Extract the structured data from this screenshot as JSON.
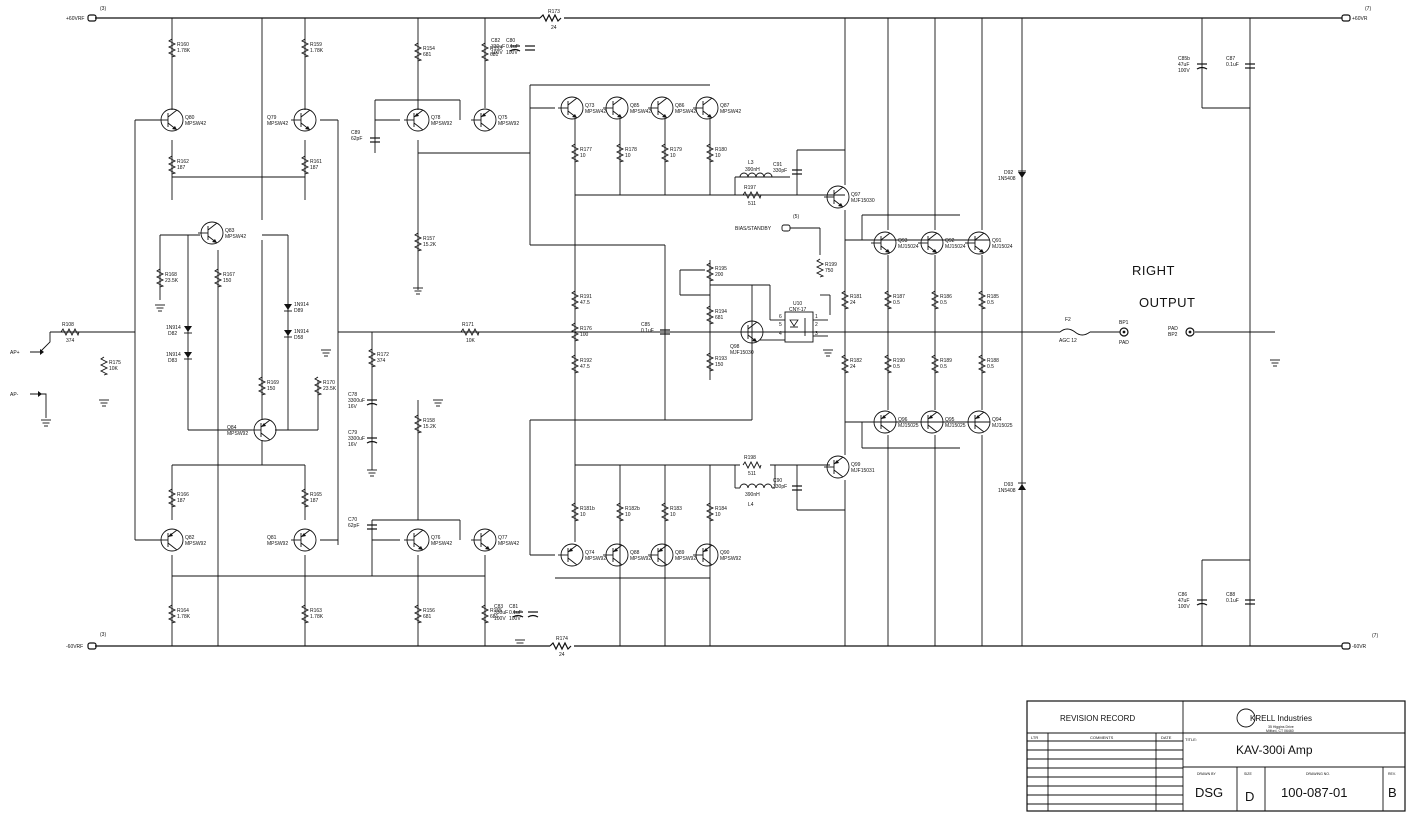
{
  "rails": {
    "positive_left": "+60VRF",
    "positive_right": "+60VR",
    "negative_left": "-60VRF",
    "negative_right": "-60VR",
    "ref_3": "(3)",
    "ref_7": "(7)"
  },
  "side_labels": {
    "right": "RIGHT",
    "output": "OUTPUT"
  },
  "inputs": {
    "plus": "AP+",
    "minus": "AP-"
  },
  "bias_standby": {
    "label": "BIAS/STANDBY",
    "ref": "(5)"
  },
  "fuse": {
    "ref": "F2",
    "value": "AGC 12"
  },
  "binding_posts": [
    {
      "ref": "BP1",
      "sub": "PAD"
    },
    {
      "ref": "PAD",
      "sub": "BP2"
    }
  ],
  "transistors": [
    {
      "ref": "Q80",
      "part": "MPSW42"
    },
    {
      "ref": "Q79",
      "part": "MPSW42"
    },
    {
      "ref": "Q78",
      "part": "MPSW92"
    },
    {
      "ref": "Q75",
      "part": "MPSW92"
    },
    {
      "ref": "Q73",
      "part": "MPSW42"
    },
    {
      "ref": "Q85",
      "part": "MPSW42"
    },
    {
      "ref": "Q86",
      "part": "MPSW42"
    },
    {
      "ref": "Q87",
      "part": "MPSW42"
    },
    {
      "ref": "Q97",
      "part": "MJF15030"
    },
    {
      "ref": "Q83",
      "part": "MPSW42"
    },
    {
      "ref": "Q93",
      "part": "MJ15024"
    },
    {
      "ref": "Q92",
      "part": "MJ15024"
    },
    {
      "ref": "Q91",
      "part": "MJ15024"
    },
    {
      "ref": "Q98",
      "part": "MJF15030"
    },
    {
      "ref": "Q84",
      "part": "MPSW92"
    },
    {
      "ref": "Q96",
      "part": "MJ15025"
    },
    {
      "ref": "Q95",
      "part": "MJ15025"
    },
    {
      "ref": "Q94",
      "part": "MJ15025"
    },
    {
      "ref": "Q99",
      "part": "MJF15031"
    },
    {
      "ref": "Q82",
      "part": "MPSW92"
    },
    {
      "ref": "Q81",
      "part": "MPSW92"
    },
    {
      "ref": "Q76",
      "part": "MPSW42"
    },
    {
      "ref": "Q77",
      "part": "MPSW42"
    },
    {
      "ref": "Q74",
      "part": "MPSW92"
    },
    {
      "ref": "Q88",
      "part": "MPSW92"
    },
    {
      "ref": "Q89",
      "part": "MPSW92"
    },
    {
      "ref": "Q90",
      "part": "MPSW92"
    }
  ],
  "resistors": [
    {
      "ref": "R160",
      "value": "1.78K"
    },
    {
      "ref": "R159",
      "value": "1.78K"
    },
    {
      "ref": "R154",
      "value": "681"
    },
    {
      "ref": "R153",
      "value": "681"
    },
    {
      "ref": "R173",
      "value": "24"
    },
    {
      "ref": "R162",
      "value": "187"
    },
    {
      "ref": "R161",
      "value": "187"
    },
    {
      "ref": "R177",
      "value": "10"
    },
    {
      "ref": "R178",
      "value": "10"
    },
    {
      "ref": "R179",
      "value": "10"
    },
    {
      "ref": "R180",
      "value": "10"
    },
    {
      "ref": "R197",
      "value": "511"
    },
    {
      "ref": "R157",
      "value": "15.2K"
    },
    {
      "ref": "R168",
      "value": "23.5K"
    },
    {
      "ref": "R167",
      "value": "150"
    },
    {
      "ref": "R199",
      "value": "750"
    },
    {
      "ref": "R195",
      "value": "200"
    },
    {
      "ref": "R194",
      "value": "681"
    },
    {
      "ref": "R193",
      "value": "150"
    },
    {
      "ref": "R191",
      "value": "47.5"
    },
    {
      "ref": "R176",
      "value": "100"
    },
    {
      "ref": "R192",
      "value": "47.5"
    },
    {
      "ref": "R181",
      "value": "24"
    },
    {
      "ref": "R187",
      "value": "0.5"
    },
    {
      "ref": "R186",
      "value": "0.5"
    },
    {
      "ref": "R185",
      "value": "0.5"
    },
    {
      "ref": "R182",
      "value": "24"
    },
    {
      "ref": "R190",
      "value": "0.5"
    },
    {
      "ref": "R189",
      "value": "0.5"
    },
    {
      "ref": "R188",
      "value": "0.5"
    },
    {
      "ref": "R108",
      "value": "374"
    },
    {
      "ref": "R175",
      "value": "10K"
    },
    {
      "ref": "R171",
      "value": "10K"
    },
    {
      "ref": "R172",
      "value": "374"
    },
    {
      "ref": "R169",
      "value": "150"
    },
    {
      "ref": "R170",
      "value": "23.5K"
    },
    {
      "ref": "R158",
      "value": "15.2K"
    },
    {
      "ref": "R198",
      "value": "511"
    },
    {
      "ref": "R166",
      "value": "187"
    },
    {
      "ref": "R165",
      "value": "187"
    },
    {
      "ref": "R181b",
      "value": "10"
    },
    {
      "ref": "R182b",
      "value": "10"
    },
    {
      "ref": "R183",
      "value": "10"
    },
    {
      "ref": "R184",
      "value": "10"
    },
    {
      "ref": "R164",
      "value": "1.78K"
    },
    {
      "ref": "R163",
      "value": "1.78K"
    },
    {
      "ref": "R156",
      "value": "681"
    },
    {
      "ref": "R155",
      "value": "681"
    },
    {
      "ref": "R174",
      "value": "24"
    }
  ],
  "capacitors": [
    {
      "ref": "C82",
      "value": "330uF 100V"
    },
    {
      "ref": "C80",
      "value": "0.1uF 100V"
    },
    {
      "ref": "C89",
      "value": "62pF"
    },
    {
      "ref": "C91",
      "value": "330pF"
    },
    {
      "ref": "C85",
      "value": "0.1uF"
    },
    {
      "ref": "C78",
      "value": "3300uF 16V"
    },
    {
      "ref": "C79",
      "value": "3300uF 16V"
    },
    {
      "ref": "C90",
      "value": "330pF"
    },
    {
      "ref": "C70",
      "value": "62pF"
    },
    {
      "ref": "C83",
      "value": "330uF 100V"
    },
    {
      "ref": "C81",
      "value": "0.1uF 100V"
    },
    {
      "ref": "C85b",
      "value": "47uF 100V"
    },
    {
      "ref": "C87",
      "value": "0.1uF"
    },
    {
      "ref": "C86",
      "value": "47uF 100V"
    },
    {
      "ref": "C88",
      "value": "0.1uF"
    }
  ],
  "diodes": [
    {
      "ref": "1N914",
      "sub": "D82"
    },
    {
      "ref": "1N914",
      "sub": "D83"
    },
    {
      "ref": "1N914",
      "sub": "D89"
    },
    {
      "ref": "1N914",
      "sub": "D58"
    },
    {
      "ref": "D92",
      "sub": "1N5408"
    },
    {
      "ref": "D93",
      "sub": "1N5408"
    }
  ],
  "inductors": [
    {
      "ref": "L3",
      "value": "390nH"
    },
    {
      "ref": "L4",
      "value": "390nH"
    }
  ],
  "optocoupler": {
    "ref": "U10",
    "part": "CNY-17",
    "pins": [
      "1",
      "2",
      "3",
      "4",
      "5",
      "6"
    ]
  },
  "title_block": {
    "revision_record": "REVISION RECORD",
    "ltr": "LTR",
    "comments": "COMMENTS",
    "date": "DATE",
    "title_label": "TITLE:",
    "company": "KRELL Industries",
    "address1": "35 Higgins Drive",
    "address2": "Milford, CT 06460",
    "title": "KAV-300i Amp",
    "drawn_by_label": "DRAWN BY",
    "size_label": "SIZE",
    "drawing_no_label": "DRAWING NO.",
    "rev_label": "REV.",
    "drawn_by": "DSG",
    "size": "D",
    "drawing_no": "100-087-01",
    "rev": "B"
  }
}
